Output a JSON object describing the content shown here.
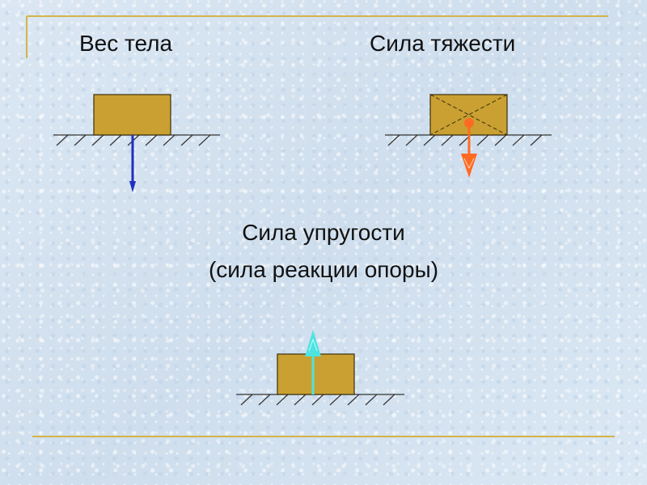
{
  "labels": {
    "weight": "Вес тела",
    "gravity": "Сила тяжести",
    "elastic": "Сила упругости",
    "reaction": "(сила реакции опоры)"
  },
  "colors": {
    "frame_line": "#d4b44a",
    "block_fill": "#c9a031",
    "block_stroke": "#3a2e10",
    "weight_arrow": "#1f2fbf",
    "gravity_arrow": "#ff6a22",
    "reaction_arrow": "#4fe3e0",
    "ground": "#333333"
  },
  "icons": {
    "weight": "down-arrow-icon",
    "gravity": "down-arrow-icon",
    "reaction": "up-arrow-icon"
  }
}
